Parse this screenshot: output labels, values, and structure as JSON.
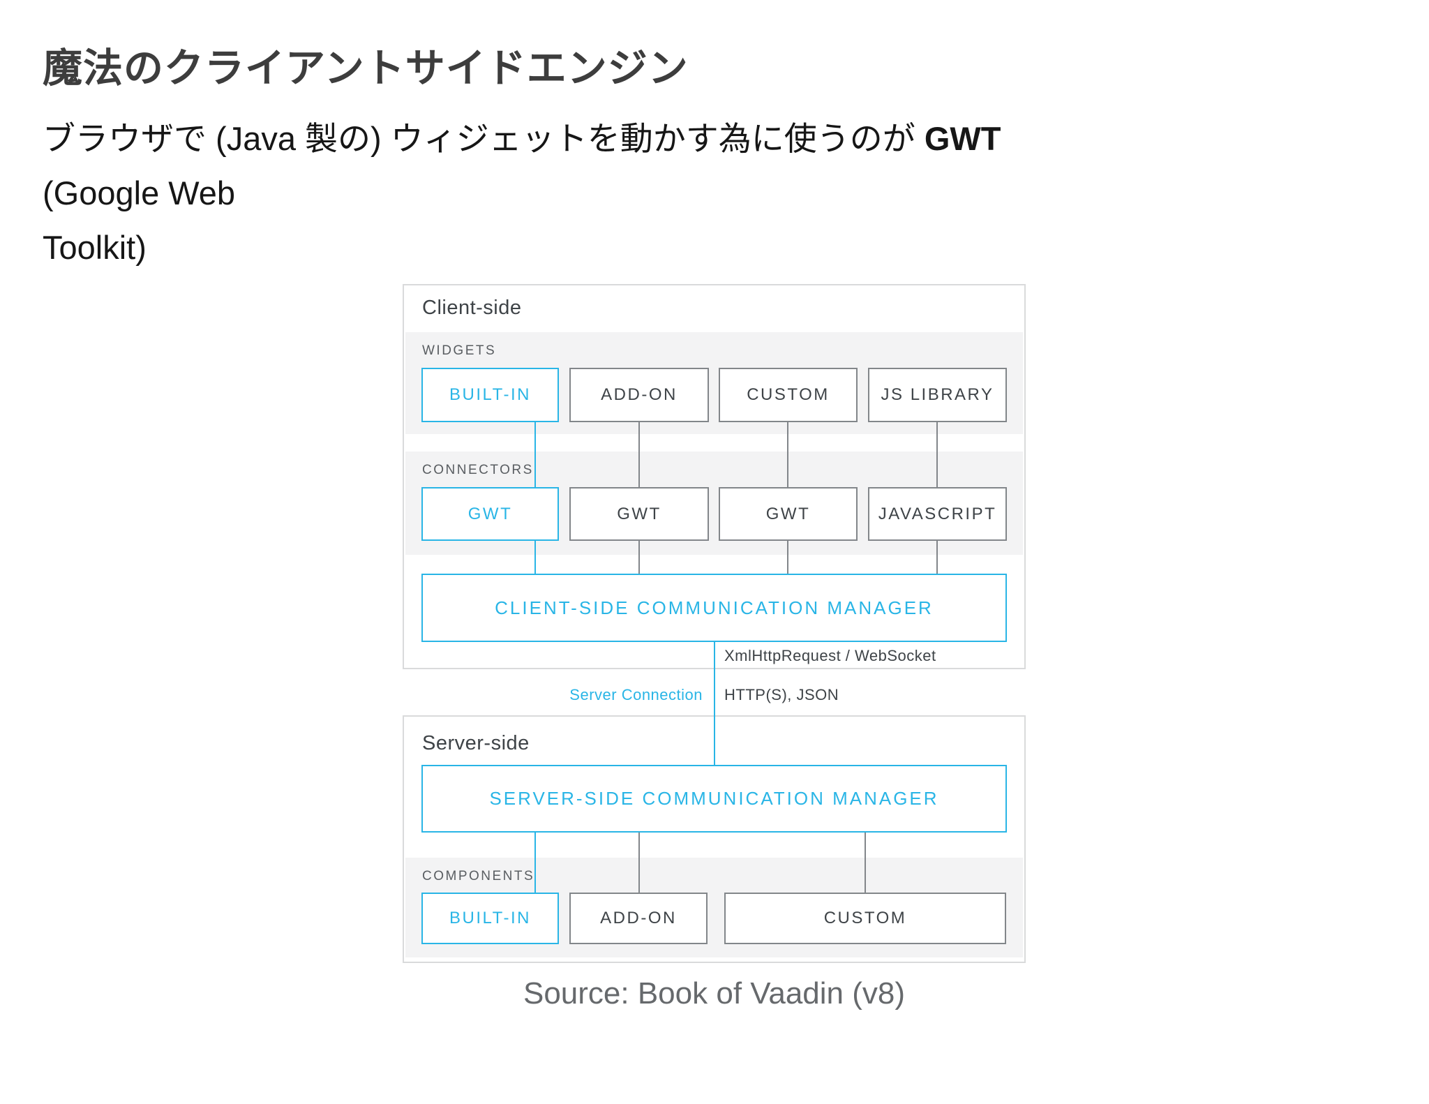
{
  "title": "魔法のクライアントサイドエンジン",
  "intro": {
    "text_before_bold": "ブラウザで (Java 製の) ウィジェットを動かす為に使うのが ",
    "bold": "GWT",
    "text_after_line1": " (Google Web",
    "text_after_line2": "Toolkit)"
  },
  "diagram": {
    "client": {
      "label": "Client-side",
      "widgets": {
        "band_label": "WIDGETS",
        "boxes": [
          {
            "label": "BUILT-IN",
            "highlight": true
          },
          {
            "label": "ADD-ON",
            "highlight": false
          },
          {
            "label": "CUSTOM",
            "highlight": false
          },
          {
            "label": "JS LIBRARY",
            "highlight": false
          }
        ]
      },
      "connectors": {
        "band_label": "CONNECTORS",
        "boxes": [
          {
            "label": "GWT",
            "highlight": true
          },
          {
            "label": "GWT",
            "highlight": false
          },
          {
            "label": "GWT",
            "highlight": false
          },
          {
            "label": "JAVASCRIPT",
            "highlight": false
          }
        ]
      },
      "manager_label": "CLIENT-SIDE COMMUNICATION MANAGER",
      "transport_label": "XmlHttpRequest / WebSocket"
    },
    "connection": {
      "left_label": "Server Connection",
      "right_label": "HTTP(S), JSON"
    },
    "server": {
      "label": "Server-side",
      "manager_label": "SERVER-SIDE COMMUNICATION MANAGER",
      "components": {
        "band_label": "COMPONENTS",
        "boxes": [
          {
            "label": "BUILT-IN",
            "highlight": true
          },
          {
            "label": "ADD-ON",
            "highlight": false
          },
          {
            "label": "CUSTOM",
            "highlight": false
          }
        ]
      }
    },
    "caption": "Source: Book of Vaadin (v8)"
  },
  "colors": {
    "accent": "#29b5e6",
    "box_border": "#82868a",
    "panel_border": "#d9dadb",
    "band_bg": "#f3f3f4",
    "text_dark": "#3e4347",
    "label_gray": "#595d61",
    "caption_gray": "#66696c",
    "body_text": "#161616",
    "title_color": "#3d3d3d"
  }
}
